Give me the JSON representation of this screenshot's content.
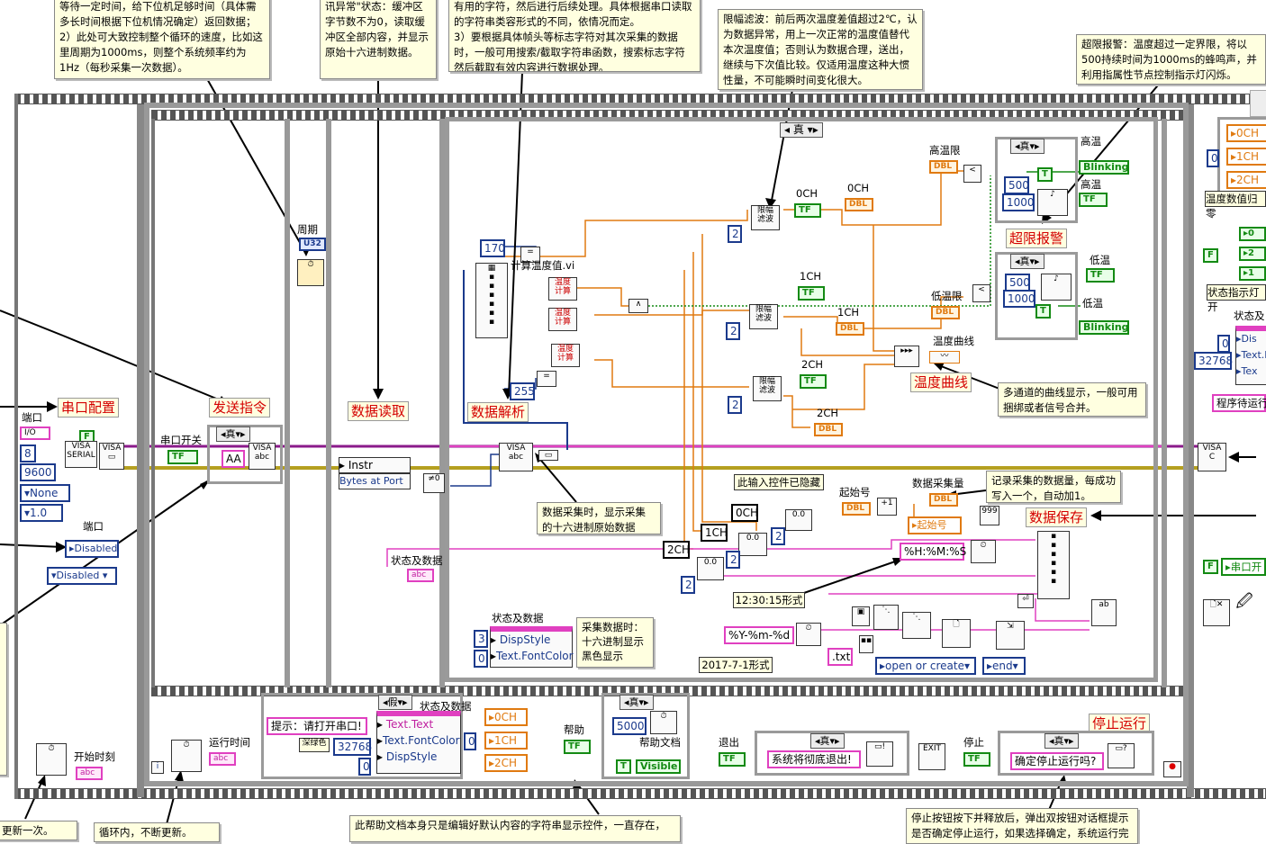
{
  "notes": {
    "top_wait": "等待一定时间，给下位机足够时间（具体需多长时间根据下位机情况确定）返回数据；2）此处可大致控制整个循环的速度，比如这里周期为1000ms，则整个系统频率约为1Hz（每秒采集一次数据）。",
    "buffer": "讯异常\"状态：缓冲区字节数不为0，读取缓冲区全部内容，并显示原始十六进制数据。",
    "parse": "有用的字符，然后进行后续处理。具体根据串口读取的字符串类容形式的不同，依情况而定。\n3）要根据具体帧头等标志字符对其次采集的数据时，一般可用搜索/截取字符串函数，搜索标志字符然后截取有效内容进行数据处理。",
    "filter": "限幅滤波：前后两次温度差值超过2℃，认为数据异常，用上一次正常的温度值替代本次温度值；否则认为数据合理，送出，继续与下次值比较。仅适用温度这种大惯性量，不可能瞬时间变化很大。",
    "alarm": "超限报警：温度超过一定界限，将以500持续时间为1000ms的蜂鸣声，并利用指属性节点控制指示灯闪烁。",
    "multi": "多通道的曲线显示，一般可用捆绑或者信号合并。",
    "count": "记录采集的数据量，每成功写入一个，自动加1。",
    "hex": "数据采集时，显示采集的十六进制原始数据",
    "hex_disp": "采集数据时：\n十六进制显示\n黑色显示",
    "help": "此帮助文档本身只是编辑好默认内容的字符串显示控件，一直存在，",
    "stop": "停止按钮按下并释放后，弹出双按钮对话框提示是否确定停止运行，如果选择确定，系统运行完",
    "bottom_left1": "更新一次。",
    "bottom_left2": "循环内，不断更新。"
  },
  "red_labels": {
    "serial_config": "串口配置",
    "send_cmd": "发送指令",
    "read_data": "数据读取",
    "parse_data": "数据解析",
    "alarm": "超限报警",
    "curve": "温度曲线",
    "save": "数据保存",
    "stop": "停止运行"
  },
  "labels": {
    "period": "周期",
    "port_switch": "串口开关",
    "port": "端口",
    "port2": "端口",
    "calc_vi": "计算温度值.vi",
    "high_limit": "高温限",
    "low_limit": "低温限",
    "high_temp": "高温",
    "high_temp2": "高温",
    "low_temp": "低温",
    "low_temp2": "低温",
    "curve": "温度曲线",
    "ch0": "0CH",
    "ch0b": "0CH",
    "ch1": "1CH",
    "ch1b": "1CH",
    "ch2": "2CH",
    "ch2b": "2CH",
    "status_data": "状态及数据",
    "status_data2": "状态及数据",
    "status_data3": "状态及数据",
    "hidden_ctl": "此输入控件已隐藏",
    "start_no": "起始号",
    "start_no2": "起始号",
    "count": "数据采集量",
    "time_fmt": "12:30:15形式",
    "date_fmt": "2017-7-1形式",
    "help": "帮助",
    "help_doc": "帮助文档",
    "exit": "退出",
    "stop": "停止",
    "start_time": "开始时刻",
    "run_time": "运行时间",
    "temp_reset": "温度数值归零",
    "light_status": "状态指示灯开",
    "prog_wait": "程序待运行",
    "port_open": "串口开",
    "status_and": "状态及"
  },
  "controls": {
    "true": "真",
    "false": "假",
    "aa": "AA",
    "instr": "Instr",
    "bytes": "Bytes at Port",
    "n170": "170",
    "n255": "255",
    "n2a": "2",
    "n2b": "2",
    "n2c": "2",
    "n2d": "2",
    "n2e": "2",
    "n2f": "2",
    "n500a": "500",
    "n1000a": "1000",
    "n500b": "500",
    "n1000b": "1000",
    "n5000": "5000",
    "n3": "3",
    "n0": "0",
    "n0b": "0",
    "n0c": "0",
    "n8": "8",
    "n9600": "9600",
    "none": "None",
    "stopbits": "1.0",
    "disabled1": "Disabled",
    "disabled2": "Disabled",
    "dispstyle": "DispStyle",
    "fontcolor": "Text.FontColor",
    "dispstyle2": "DispStyle",
    "fontcolor2": "Text.FontColor",
    "texttext": "Text.Text",
    "n32768": "32768",
    "n32768b": "32768",
    "tip": "提示：请打开串口!",
    "deepcolor": "深绿色",
    "exit_msg": "系统将彻底退出!",
    "stop_msg": "确定停止运行吗?",
    "timefmt": "%H:%M:%S",
    "datefmt": "%Y-%m-%d",
    "txt": ".txt",
    "open_create": "open or create",
    "end": "end",
    "visible": "Visible",
    "blinking1": "Blinking",
    "blinking2": "Blinking",
    "tf": "TF",
    "dbl": "DBL",
    "u32": "U32",
    "abc": "abc",
    "io": "I/O",
    "f": "F",
    "ch0r": "0CH",
    "ch1r": "1CH",
    "ch2r": "2CH",
    "ch0s": "0CH",
    "ch1s": "1CH",
    "ch2s": "2CH",
    "dis_r": "Dis",
    "textf_r": "Text.F",
    "tex_r": "Tex",
    "n0r": "0",
    "n0r2": "0"
  },
  "colors": {
    "note_bg": "#ffffe0",
    "red_label": "#d40000",
    "wire_orange": "#e07a10",
    "wire_pink": "#e040c0",
    "wire_blue": "#1b3a8c",
    "wire_green": "#138a13",
    "frame_gray": "#a7a7a7"
  }
}
